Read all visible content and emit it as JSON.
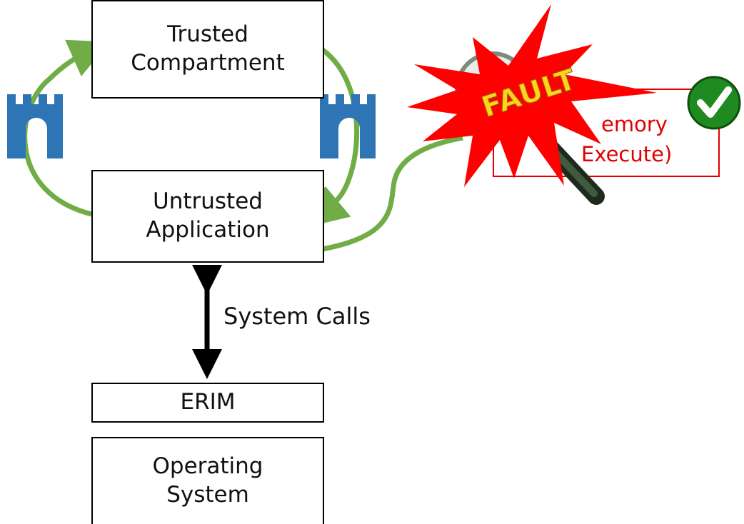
{
  "boxes": {
    "trusted": "Trusted\nCompartment",
    "untrusted": "Untrusted\nApplication",
    "erim": "ERIM",
    "os": "Operating\nSystem"
  },
  "syscall_label": "System Calls",
  "memory_box": {
    "line1_visible": "emory",
    "line2_visible": "Execute)"
  },
  "fault_label": "FAULT",
  "icons": {
    "gate_left": "castle-gate-icon",
    "gate_right": "castle-gate-icon",
    "check": "check-circle-icon",
    "magnifier": "magnifying-glass-icon",
    "burst": "explosion-burst-icon"
  },
  "colors": {
    "arrow_green": "#70ad47",
    "gate_blue": "#2e75b6",
    "fault_red": "#ff0000",
    "fault_text": "#ffd21c",
    "memory_red": "#e00000",
    "check_green": "#1f8a1f"
  }
}
